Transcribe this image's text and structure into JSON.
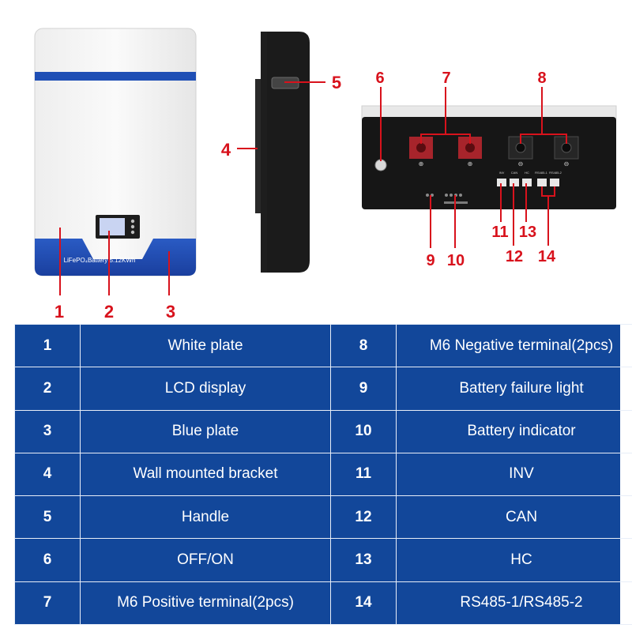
{
  "front_label": "LiFePO₄Battery 5.12KWh",
  "callouts": [
    "1",
    "2",
    "3",
    "4",
    "5",
    "6",
    "7",
    "8",
    "9",
    "10",
    "11",
    "12",
    "13",
    "14"
  ],
  "port_labels": [
    "INV",
    "CAN",
    "HC",
    "RS485-1",
    "RS485-2"
  ],
  "rows": [
    {
      "n1": "1",
      "d1": "White plate",
      "n2": "8",
      "d2": "M6 Negative terminal(2pcs)"
    },
    {
      "n1": "2",
      "d1": "LCD display",
      "n2": "9",
      "d2": "Battery failure light"
    },
    {
      "n1": "3",
      "d1": "Blue plate",
      "n2": "10",
      "d2": "Battery indicator"
    },
    {
      "n1": "4",
      "d1": "Wall mounted bracket",
      "n2": "11",
      "d2": "INV"
    },
    {
      "n1": "5",
      "d1": "Handle",
      "n2": "12",
      "d2": "CAN"
    },
    {
      "n1": "6",
      "d1": "OFF/ON",
      "n2": "13",
      "d2": "HC"
    },
    {
      "n1": "7",
      "d1": "M6 Positive terminal(2pcs)",
      "n2": "14",
      "d2": "RS485-1/RS485-2"
    }
  ],
  "colors": {
    "callout": "#d8121c",
    "brand_blue": "#1f4fb5",
    "table_blue": "#12479a"
  }
}
